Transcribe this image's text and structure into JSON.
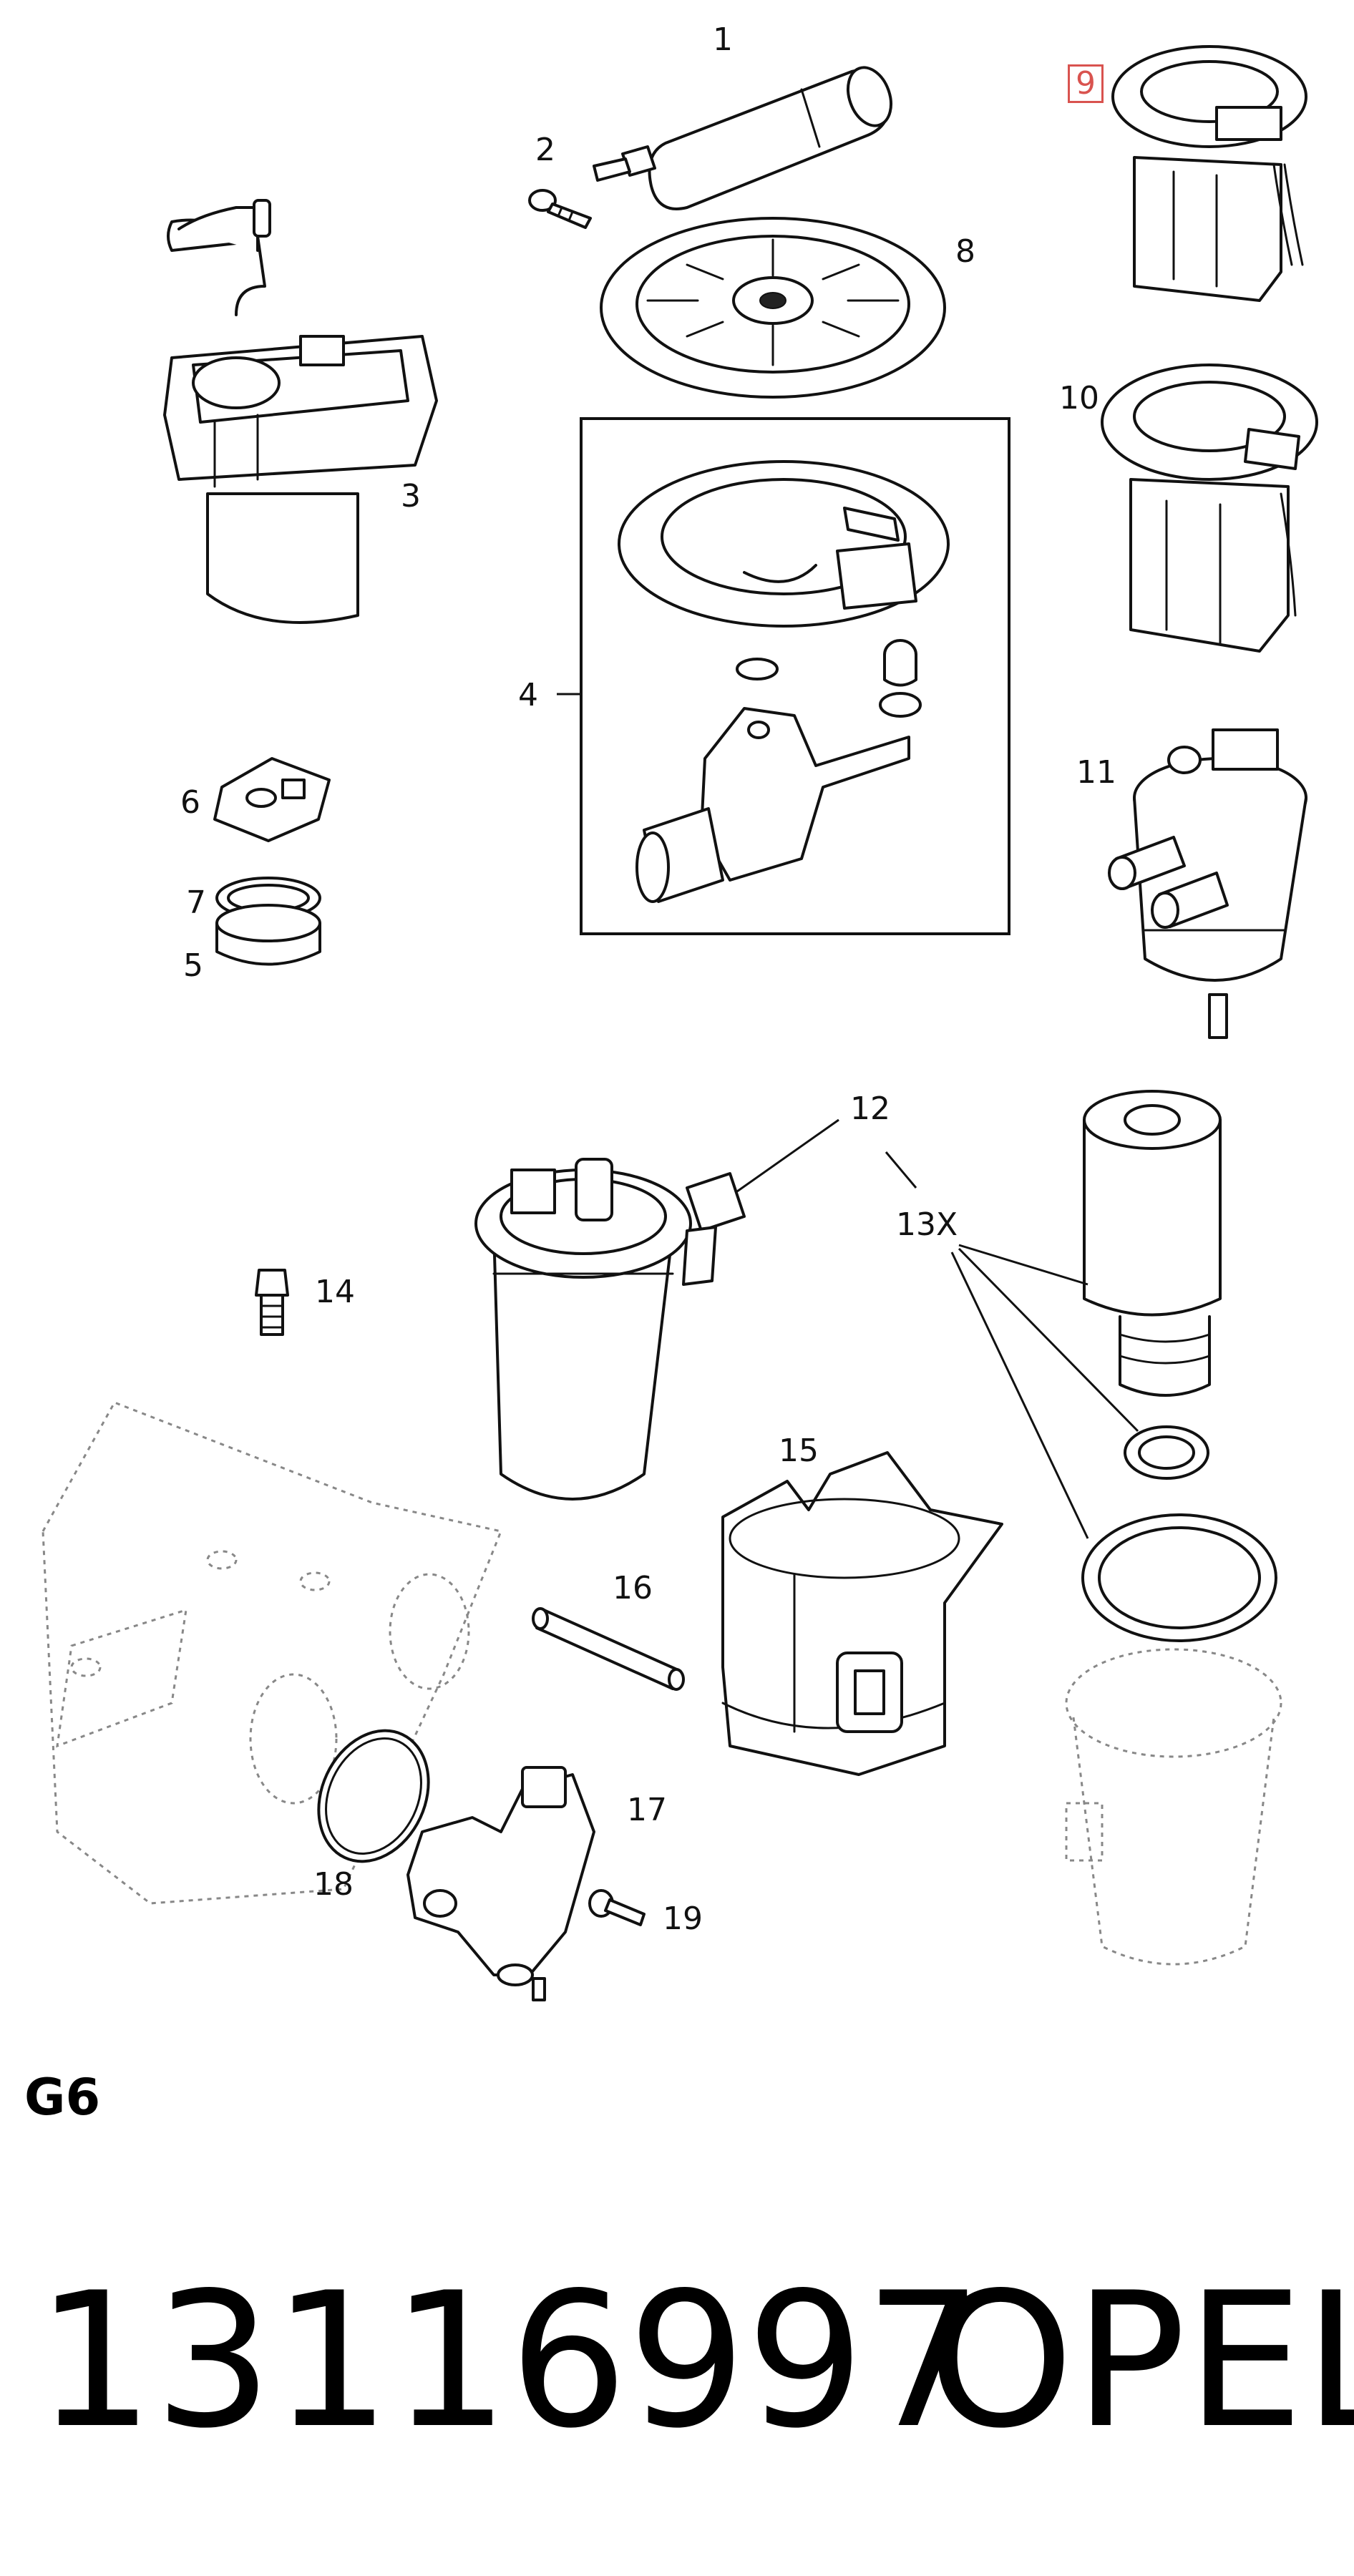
{
  "callouts": {
    "c1": "1",
    "c2": "2",
    "c3": "3",
    "c4": "4",
    "c5": "5",
    "c6": "6",
    "c7": "7",
    "c8": "8",
    "c9": "9",
    "c10": "10",
    "c11": "11",
    "c12": "12",
    "c13": "13X",
    "c14": "14",
    "c15": "15",
    "c16": "16",
    "c17": "17",
    "c18": "18",
    "c19": "19"
  },
  "highlight_color": "#d9534f",
  "section_code": "G6",
  "part_number": "13116997",
  "brand": "OPEL"
}
